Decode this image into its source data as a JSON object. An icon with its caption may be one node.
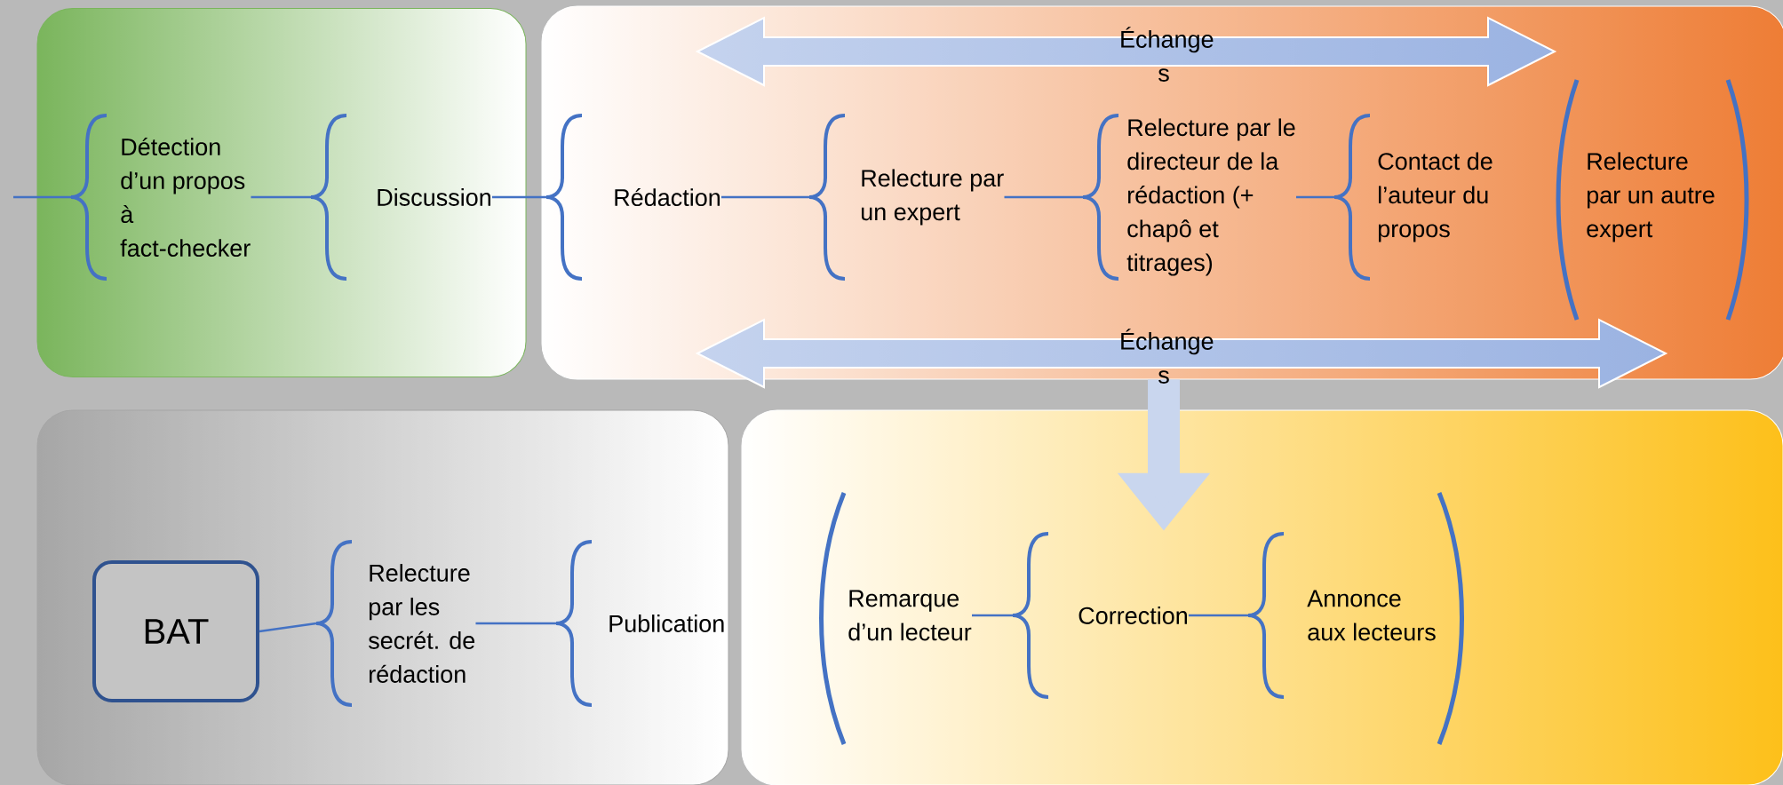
{
  "diagram": {
    "nodes": [
      {
        "text": [],
        "shape": "box"
      },
      {
        "text": [
          "Détection d’un propos à fact-checker"
        ],
        "in": 0
      },
      {
        "text": [
          "Discussion"
        ],
        "in": 0
      },
      {
        "text": [],
        "shape": "box"
      },
      {
        "text": [
          "Rédaction"
        ],
        "in": 3
      },
      {
        "text": [
          "Relecture par un expert"
        ],
        "in": 3
      },
      {
        "text": [
          "Relecture par le directeur de la rédaction (+ chapô et titrages)"
        ],
        "in": 3
      },
      {
        "text": [
          "Contact de l’auteur du propos"
        ],
        "in": 3
      },
      {
        "text": [
          "Relecture par un autre expert"
        ],
        "in": 3
      },
      {
        "text": [],
        "shape": "box"
      },
      {
        "text": [
          "BAT"
        ],
        "in": 9
      },
      {
        "text": [
          "Relecture par les secrét. de rédaction"
        ],
        "in": 9
      },
      {
        "text": [
          "Publication"
        ],
        "in": 9
      },
      {
        "text": [],
        "shape": "box"
      },
      {
        "text": [
          "Remarque d’un lecteur"
        ],
        "in": 13
      },
      {
        "text": [
          "Correction"
        ],
        "in": 13
      },
      {
        "text": [
          "Annonce aux lecteurs"
        ],
        "in": 13
      }
    ],
    "edges": [
      {
        "from": null,
        "to": 1,
        "arrow": "none"
      },
      {
        "from": 1,
        "to": 2,
        "arrow": "none"
      },
      {
        "from": 2,
        "to": 4,
        "arrow": "none"
      },
      {
        "from": 4,
        "to": 5,
        "arrow": "none"
      },
      {
        "from": 5,
        "to": 6,
        "arrow": "none"
      },
      {
        "from": 6,
        "to": 7,
        "arrow": "none"
      },
      {
        "from": 10,
        "to": 11,
        "arrow": "none"
      },
      {
        "from": 11,
        "to": 12,
        "arrow": "none"
      },
      {
        "from": 14,
        "to": 15,
        "arrow": "none"
      },
      {
        "from": 15,
        "to": 16,
        "arrow": "none"
      },
      {
        "from": 3,
        "to": 15,
        "arrow": "to",
        "style": "thick",
        "color": "#c9d6ee"
      }
    ],
    "labels": [
      "Échange s",
      "Échange s"
    ]
  }
}
